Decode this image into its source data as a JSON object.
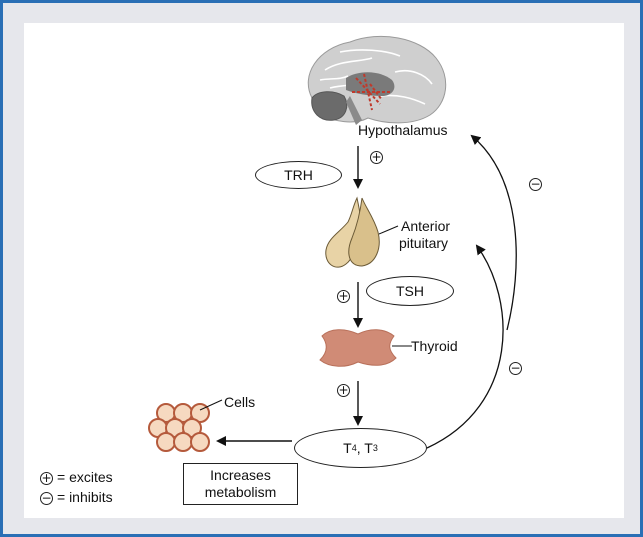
{
  "labels": {
    "hypothalamus": "Hypothalamus",
    "anterior_pituitary_line1": "Anterior",
    "anterior_pituitary_line2": "pituitary",
    "thyroid": "Thyroid",
    "cells": "Cells"
  },
  "hormones": {
    "trh": "TRH",
    "tsh": "TSH",
    "t4_base": "T",
    "t4_sub": "4",
    "t3_sep": " , T",
    "t3_sub": "3"
  },
  "effect_box": {
    "line1": "Increases",
    "line2": "metabolism"
  },
  "signs": {
    "plus": "+",
    "minus": "−"
  },
  "legend": {
    "excites": "= excites",
    "inhibits": "= inhibits"
  },
  "colors": {
    "frame": "#2a6fb5",
    "panel": "#e6e7ec",
    "pituitary": "#e8d3a6",
    "thyroid": "#d08b76",
    "cells": "#f6d9c0",
    "cell_border": "#b55a3c"
  }
}
